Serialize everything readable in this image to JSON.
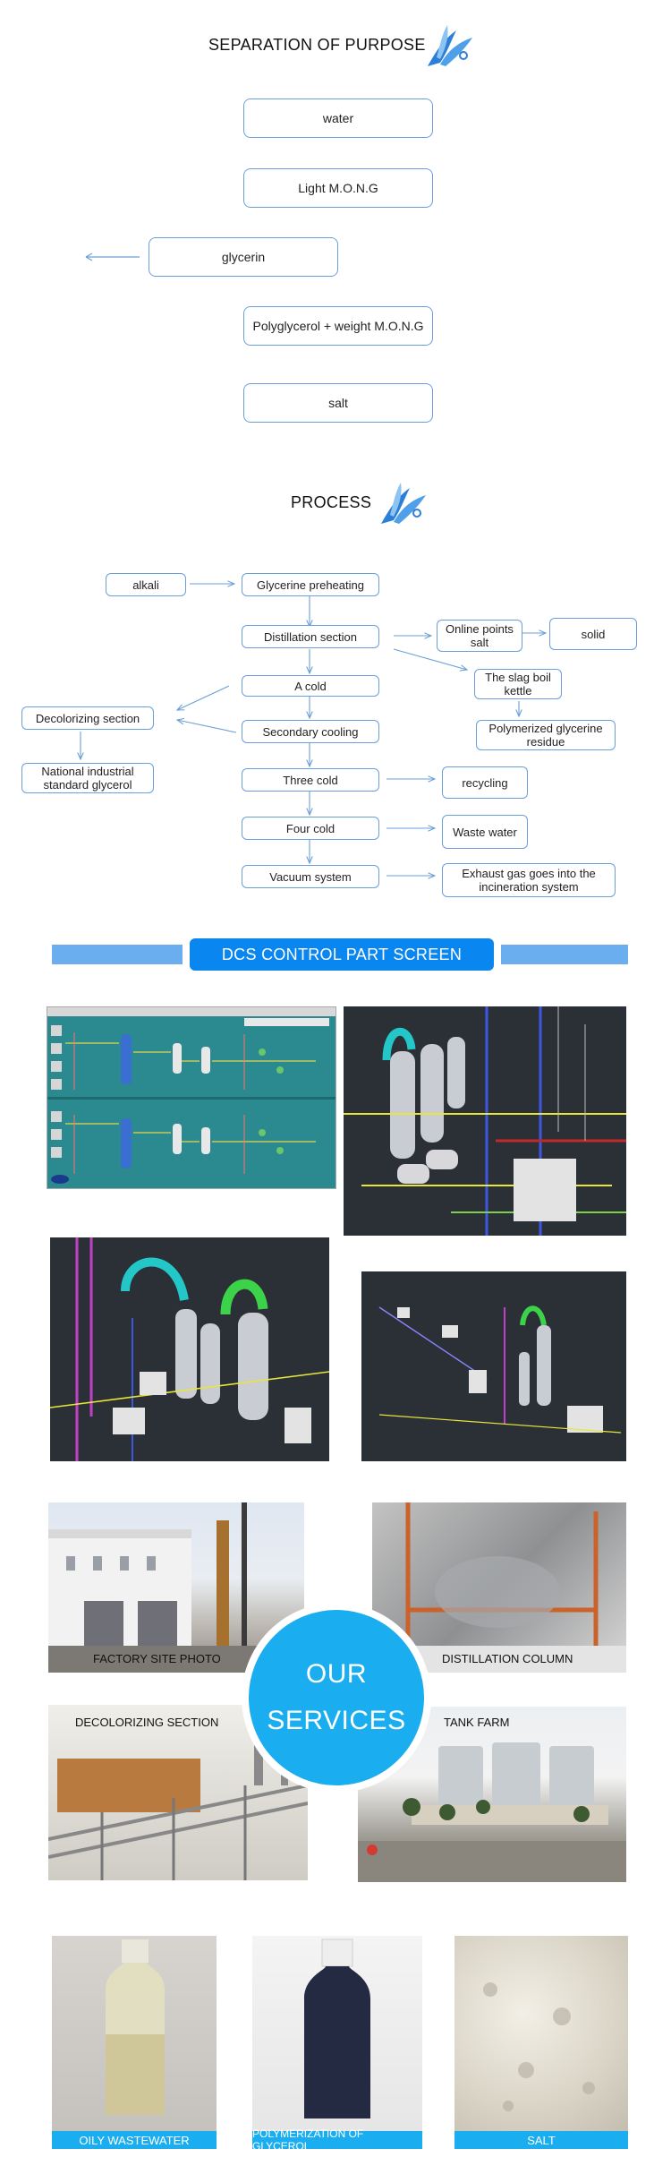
{
  "separation": {
    "title": "SEPARATION OF PURPOSE",
    "boxes": [
      "water",
      "Light M.O.N.G",
      "glycerin",
      "Polyglycerol + weight M.O.N.G",
      "salt"
    ]
  },
  "process": {
    "title": "PROCESS",
    "boxes": {
      "alkali": "alkali",
      "preheating": "Glycerine preheating",
      "distillation": "Distillation section",
      "online_salt": "Online points salt",
      "solid": "solid",
      "slag": "The slag boil kettle",
      "a_cold": "A cold",
      "decolorizing": "Decolorizing section",
      "secondary": "Secondary cooling",
      "polymerized": "Polymerized glycerine residue",
      "national": "National industrial standard glycerol",
      "three_cold": "Three cold",
      "recycling": "recycling",
      "four_cold": "Four cold",
      "waste_water": "Waste water",
      "vacuum": "Vacuum system",
      "exhaust": "Exhaust gas goes into the incineration system"
    }
  },
  "dcs": {
    "title": "DCS CONTROL PART SCREEN"
  },
  "services": {
    "circle_line1": "OUR",
    "circle_line2": "SERVICES",
    "captions": {
      "factory": "FACTORY SITE PHOTO",
      "column": "DISTILLATION COLUMN",
      "decolor": "DECOLORIZING SECTION",
      "tank": "TANK FARM"
    }
  },
  "products": {
    "labels": [
      "OILY WASTEWATER",
      "POLYMERIZATION OF GLYCEROL",
      "SALT"
    ]
  },
  "colors": {
    "accent": "#0a86f0",
    "line": "#6a9fd8",
    "service": "#1aaef0"
  }
}
